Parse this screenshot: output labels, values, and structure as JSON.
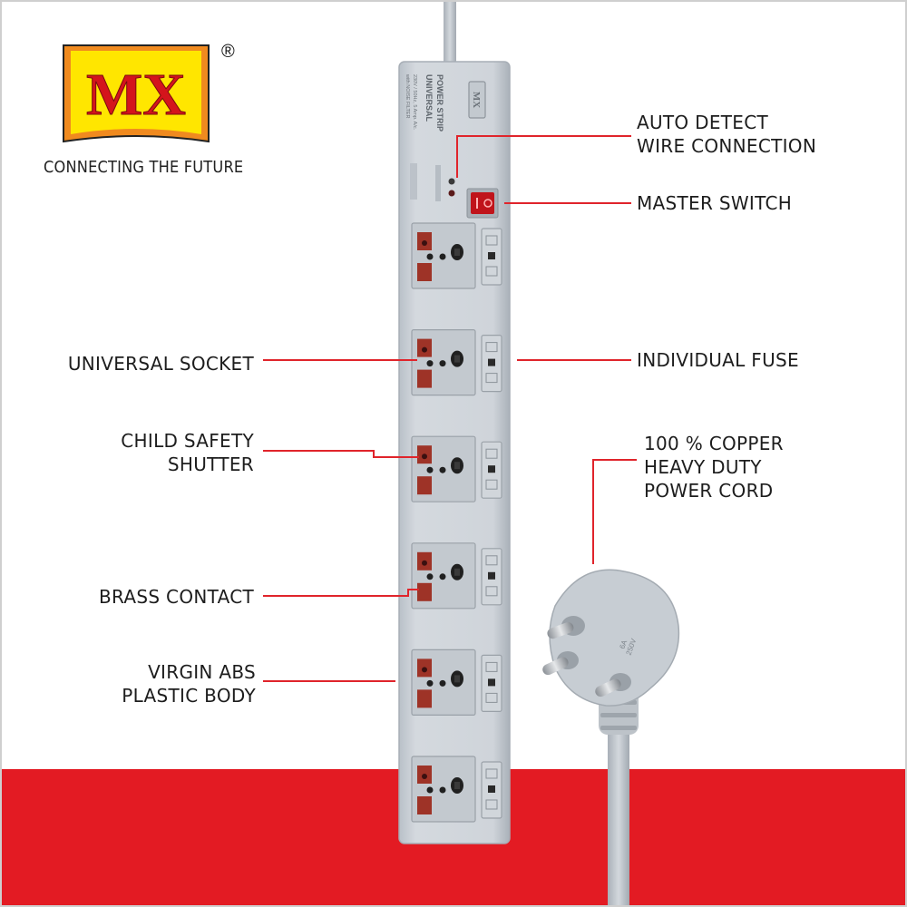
{
  "brand": {
    "logo_text": "MX",
    "registered_mark": "®",
    "tagline": "CONNECTING THE FUTURE",
    "colors": {
      "orange": "#f08a1f",
      "yellow": "#ffe600",
      "red": "#d4141c"
    }
  },
  "product": {
    "badge_text": "MX",
    "strip_title": [
      "UNIVERSAL",
      "POWER STRIP"
    ],
    "strip_rating": [
      "230V / 50Hz, 5 Amp. A/c.",
      "with NOISE FILTER"
    ],
    "plug_rating": [
      "6A",
      "250V"
    ],
    "socket_count": 6
  },
  "callouts": {
    "auto_detect": [
      "AUTO DETECT",
      "WIRE CONNECTION"
    ],
    "master_switch": [
      "MASTER SWITCH"
    ],
    "universal_socket": [
      "UNIVERSAL SOCKET"
    ],
    "individual_fuse": [
      "INDIVIDUAL FUSE"
    ],
    "child_safety": [
      "CHILD SAFETY",
      "SHUTTER"
    ],
    "copper_cord": [
      "100 % COPPER",
      "HEAVY DUTY",
      "POWER CORD"
    ],
    "brass_contact": [
      "BRASS CONTACT"
    ],
    "abs_body": [
      "VIRGIN ABS",
      "PLASTIC BODY"
    ]
  },
  "theme": {
    "accent_red": "#e31b23",
    "leader_line": "#e0242b",
    "strip_body": "#c9cfd6",
    "text": "#1d1d1d"
  }
}
